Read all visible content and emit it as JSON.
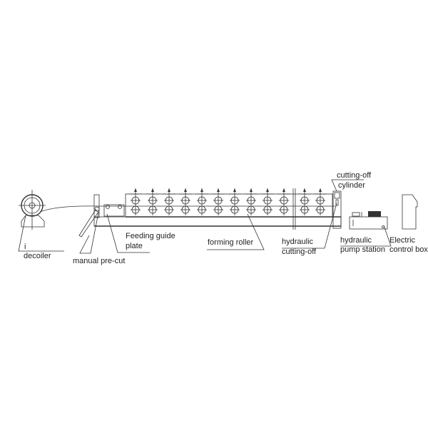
{
  "labels": {
    "decoiler": "decoiler",
    "decoiler_mark": "i",
    "manual_pre_cut": "manual pre-cut",
    "feeding_guide_line1": "Feeding guide",
    "feeding_guide_line2": "plate",
    "forming_roller": "forming roller",
    "hydraulic_cutting_line1": "hydraulic",
    "hydraulic_cutting_line2": "cutting-off",
    "cylinder_line1": "cutting-off",
    "cylinder_line2": "cylinder",
    "pump_line1": "hydraulic",
    "pump_line2": "pump station",
    "control_line1": "Electric",
    "control_line2": "control box"
  },
  "line_color": "#333333"
}
